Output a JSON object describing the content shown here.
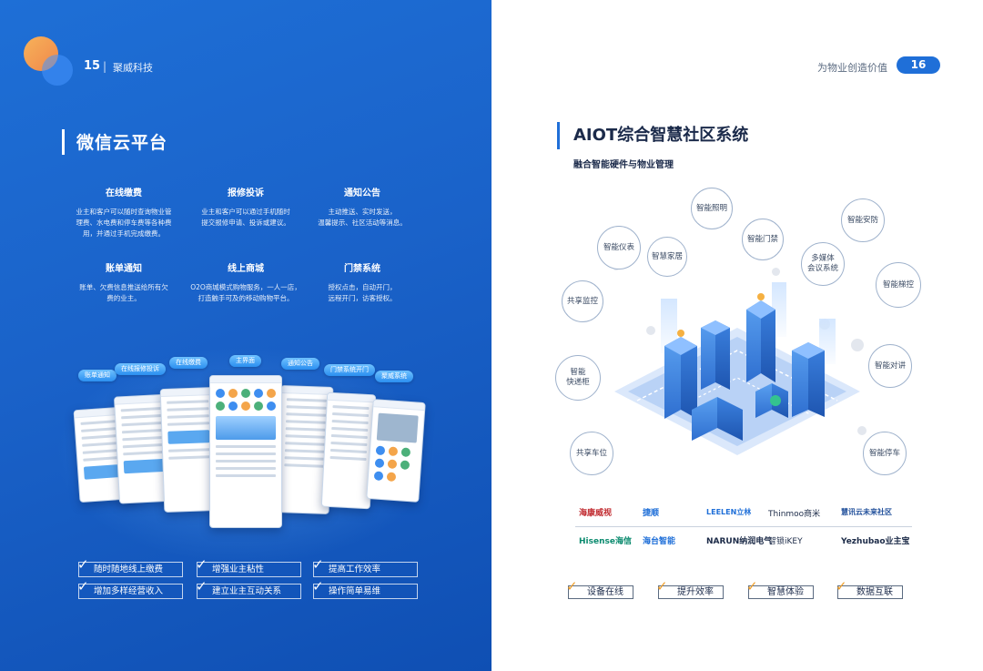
{
  "left_page": {
    "page_number": "15",
    "separator": "|",
    "brand": "聚威科技",
    "title": "微信云平台",
    "features": [
      {
        "title": "在线缴费",
        "desc": [
          "业主和客户可以随时查询物业管",
          "理费、水电费和停车费等各种费",
          "用，并通过手机完成缴费。"
        ]
      },
      {
        "title": "报修投诉",
        "desc": [
          "业主和客户可以通过手机随时",
          "提交报修申请、投诉或建议。"
        ]
      },
      {
        "title": "通知公告",
        "desc": [
          "主动推送、实时发送，",
          "温馨提示、社区活动等消息。"
        ]
      },
      {
        "title": "账单通知",
        "desc": [
          "账单、欠费信息推送给所有欠",
          "费的业主。"
        ]
      },
      {
        "title": "线上商城",
        "desc": [
          "O2O商城模式购物服务，一人一店，",
          "打造触手可及的移动购物平台。"
        ]
      },
      {
        "title": "门禁系统",
        "desc": [
          "授权点击，自动开门，",
          "远程开门，访客授权。"
        ]
      }
    ],
    "app_tags": [
      "账单通知",
      "在线报修投诉",
      "在线缴费",
      "主界面",
      "通知公告",
      "门禁系统开门",
      "聚威系统"
    ],
    "benefits": [
      "随时随地线上缴费",
      "增强业主粘性",
      "提高工作效率",
      "增加多样经营收入",
      "建立业主互动关系",
      "操作简单易维"
    ]
  },
  "right_page": {
    "slogan": "为物业创造价值",
    "page_number": "16",
    "title": "AIOT综合智慧社区系统",
    "subtitle": "融合智能硬件与物业管理",
    "nodes": [
      "智能照明",
      "智能安防",
      "智能仪表",
      "智慧家居",
      "智能门禁",
      "多媒体\n会议系统",
      "智能梯控",
      "共享监控",
      "智能对讲",
      "智能\n快递柜",
      "共享车位",
      "智能停车"
    ],
    "partners": [
      "海康威视",
      "捷顺",
      "LEELEN立林",
      "Thinmoo商米",
      "慧讯云未来社区",
      "Hisense海信",
      "海台智能",
      "NARUN纳润电气",
      "智锁iKEY",
      "Yezhubao业主宝"
    ],
    "benefits": [
      "设备在线",
      "提升效率",
      "智慧体验",
      "数据互联"
    ]
  },
  "colors": {
    "accent_blue": "#1f6fd8",
    "left_bg": "#1a62c9",
    "orange_orb": "#f0874a",
    "tick_orange": "#f1a12c"
  }
}
